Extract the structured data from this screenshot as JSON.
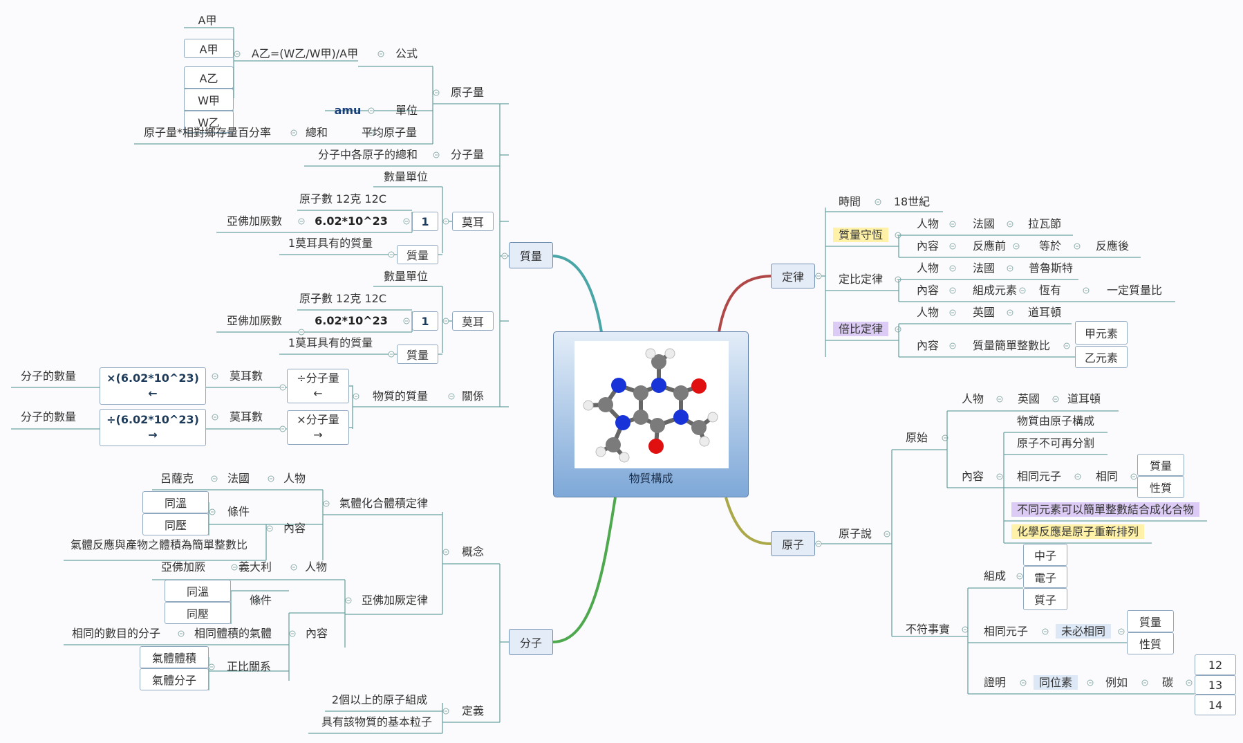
{
  "central_topic": "物質構成",
  "nodes": {
    "zhiliang": "質量",
    "yuanziliang": "原子量",
    "gongshi": "公式",
    "formula": "A乙=(W乙/W甲)/A甲",
    "a_jia": "A甲",
    "a_yi": "A乙",
    "w_jia": "W甲",
    "w_yi": "W乙",
    "danwei": "單位",
    "amu": "amu",
    "pingjun": "平均原子量",
    "zonghe": "總和",
    "zonghe_val": "原子量*相對鄉存量百分率",
    "fenziliang": "分子量",
    "fenziliang_val": "分子中各原子的總和",
    "moer": "莫耳",
    "shuliang_danwei": "數量單位",
    "yuanzishu": "原子數 12克 12C",
    "one": "1",
    "avogadro_num": "亞佛加厥數",
    "avogadro_val": "6.02*10^23",
    "mass_label": "1莫耳具有的質量",
    "zhiliang2": "質量",
    "guanxi": "關係",
    "wuzhi_zhiliang": "物質的質量",
    "div_fenziliang": "÷分子量",
    "mul_fenziliang": "×分子量",
    "arrow_left": "←",
    "arrow_right": "→",
    "moershu": "莫耳數",
    "mul_avo": "×(6.02*10^23)",
    "div_avo": "÷(6.02*10^23)",
    "fenzi_shuliang": "分子的數量",
    "fenzi": "分子",
    "gainian": "概念",
    "qiti_law": "氣體化合體積定律",
    "renwu": "人物",
    "faguo": "法國",
    "lvsake": "呂薩克",
    "neirong": "內容",
    "tiaojian": "條件",
    "tongwen": "同溫",
    "tongya": "同壓",
    "qiti_content": "氣體反應與產物之體積為簡單整數比",
    "avogadro_law": "亞佛加厥定律",
    "yidali": "義大利",
    "yafojiajue": "亞佛加厥",
    "xiangtong_tiji": "相同體積的氣體",
    "xiangtong_shumu": "相同的數目的分子",
    "zhengbi": "正比關系",
    "qiti_tiji": "氣體體積",
    "qiti_fenzi": "氣體分子",
    "dingyi": "定義",
    "def1": "2個以上的原子組成",
    "def2": "具有該物質的基本粒子",
    "dinglv": "定律",
    "shijian": "時間",
    "century": "18世紀",
    "zhiliang_shouheng": "質量守恆",
    "lawaxi": "拉瓦節",
    "fanyingqian": "反應前",
    "dengyu": "等於",
    "fanyinghou": "反應後",
    "dingbi": "定比定律",
    "pulusite": "普魯斯特",
    "zucheng_yuansu": "組成元素",
    "hengyou": "恆有",
    "yiding_bi": "一定質量比",
    "beibi": "倍比定律",
    "yingguo": "英國",
    "daoerdun": "道耳頓",
    "jiandan_zhengshu": "質量簡單整數比",
    "jia_yuansu": "甲元素",
    "yi_yuansu": "乙元素",
    "yuanzi": "原子",
    "yuanzishuo": "原子說",
    "yuanshi": "原始",
    "c1": "物質由原子構成",
    "c2": "原子不可再分割",
    "xiangtong_yuanzi": "相同元子",
    "xiangtong": "相同",
    "xingzhi": "性質",
    "c3": "不同元素可以簡單整數結合成化合物",
    "c4": "化學反應是原子重新排列",
    "bufu": "不符事實",
    "zucheng": "組成",
    "zhongzi": "中子",
    "dianzi": "電子",
    "zhizi": "質子",
    "weibi": "未必相同",
    "zhengming": "證明",
    "tongweisu": "同位素",
    "liru": "例如",
    "tan": "碳",
    "n12": "12",
    "n13": "13",
    "n14": "14"
  },
  "colors": {
    "branch_mass": "#4aa6a6",
    "branch_law": "#b04848",
    "branch_atom": "#aaa848",
    "branch_molecule": "#4ea84e",
    "connector": "#6aa3a3"
  },
  "icons": {
    "collapse": "collapse-icon",
    "molecule": "molecule-image"
  }
}
